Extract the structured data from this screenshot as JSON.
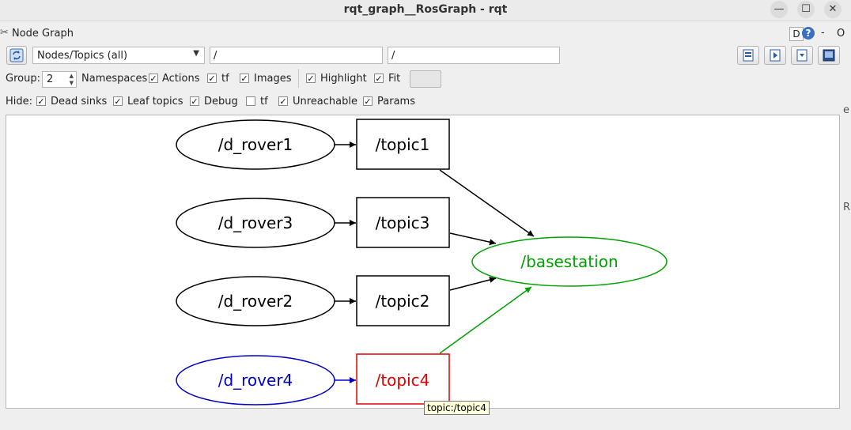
{
  "window": {
    "title": "rqt_graph__RosGraph - rqt",
    "min": "—",
    "max": "☐",
    "close": "✕"
  },
  "panel": {
    "title": "Node Graph",
    "d_label": "D",
    "help": "?",
    "dash": "-",
    "o_label": "O"
  },
  "toolbar": {
    "mode_combo": "Nodes/Topics (all)",
    "filter_include": "/",
    "filter_exclude": "/"
  },
  "options": {
    "group_label": "Group:",
    "group_value": "2",
    "namespaces_label": "Namespaces",
    "actions": {
      "label": "Actions",
      "checked": "✓"
    },
    "tf": {
      "label": "tf",
      "checked": "✓"
    },
    "images": {
      "label": "Images",
      "checked": "✓"
    },
    "highlight": {
      "label": "Highlight",
      "checked": "✓"
    },
    "fit": {
      "label": "Fit",
      "checked": "✓"
    }
  },
  "hide": {
    "label": "Hide:",
    "dead_sinks": {
      "label": "Dead sinks",
      "checked": "✓"
    },
    "leaf_topics": {
      "label": "Leaf topics",
      "checked": "✓"
    },
    "debug": {
      "label": "Debug",
      "checked": "✓"
    },
    "tf": {
      "label": "tf",
      "checked": ""
    },
    "unreachable": {
      "label": "Unreachable",
      "checked": "✓"
    },
    "params": {
      "label": "Params",
      "checked": "✓"
    }
  },
  "graph": {
    "nodes": {
      "d_rover1": "/d_rover1",
      "d_rover3": "/d_rover3",
      "d_rover2": "/d_rover2",
      "d_rover4": "/d_rover4",
      "basestation": "/basestation"
    },
    "topics": {
      "topic1": "/topic1",
      "topic3": "/topic3",
      "topic2": "/topic2",
      "topic4": "/topic4"
    },
    "colors": {
      "default": "#000000",
      "highlight_node": "#0000c8",
      "highlight_topic": "#e00000",
      "downstream": "#00a000"
    }
  },
  "tooltip": "topic:/topic4",
  "right_edge": {
    "e": "e",
    "r": "R"
  }
}
